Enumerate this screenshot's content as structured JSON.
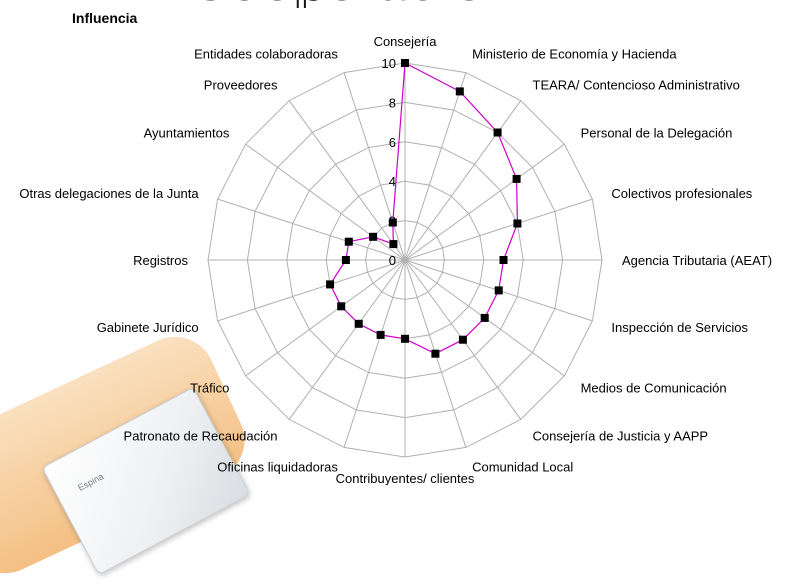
{
  "background_heading": "Cooperación",
  "deco_card_text": "Espina",
  "chart_data": {
    "type": "radar",
    "title": "Influencia",
    "categories": [
      "Consejería",
      "Ministerio de Economía y Hacienda",
      "TEARA/ Contencioso Administrativo",
      "Personal de la Delegación",
      "Colectivos profesionales",
      "Agencia Tributaria (AEAT)",
      "Inspección de Servicios",
      "Medios de Comunicación",
      "Consejería de Justicia y AAPP",
      "Comunidad Local",
      "Contribuyentes/ clientes",
      "Oficinas  liquidadoras",
      "Patronato de Recaudación",
      "Tráfico",
      "Gabinete Jurídico",
      "Registros",
      "Otras delegaciones de la Junta",
      "Ayuntamientos",
      "Proveedores",
      "Entidades colaboradoras"
    ],
    "values": [
      10,
      9,
      8,
      7,
      6,
      5,
      5,
      5,
      5,
      5,
      4,
      4,
      4,
      4,
      4,
      3,
      3,
      2,
      1,
      2
    ],
    "rlim": [
      0,
      10
    ],
    "ticks": [
      0,
      2,
      4,
      6,
      8,
      10
    ],
    "grid": true,
    "series_color": "#cc00cc",
    "marker_color": "#000000"
  }
}
